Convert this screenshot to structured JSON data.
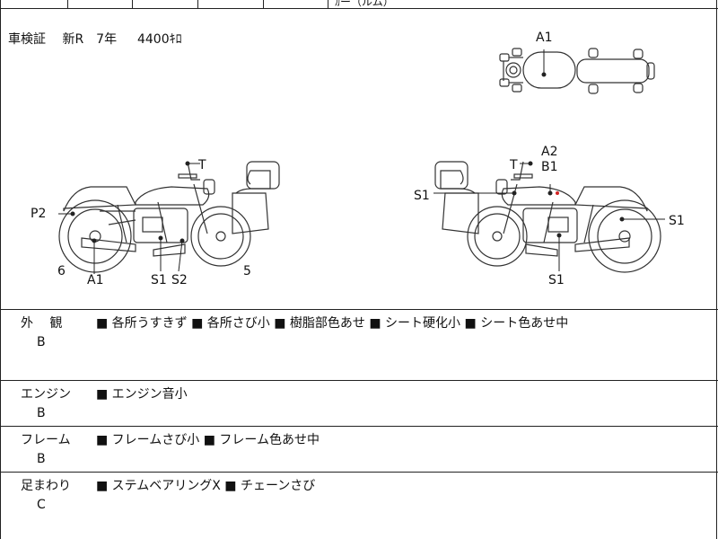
{
  "top_row": {
    "clipped_text": "ｶー（ルム）"
  },
  "registration": {
    "line": "車検証　 新R　7年　  4400ｷﾛ"
  },
  "labels": {
    "top_A1": "A1",
    "left_T": "T",
    "left_P2": "P2",
    "left_6": "6",
    "left_A1": "A1",
    "left_S1": "S1",
    "left_S2": "S2",
    "left_5": "5",
    "right_A2": "A2",
    "right_T": "T",
    "right_B1": "B1",
    "right_S1_upper": "S1",
    "right_S1_side": "S1",
    "right_S1_bottom": "S1"
  },
  "rows": [
    {
      "category": "外　 観",
      "grade": "B",
      "items": "■ 各所うすきず ■ 各所さび小 ■ 樹脂部色あせ ■ シート硬化小 ■ シート色あせ中"
    },
    {
      "category": "エンジン",
      "grade": "B",
      "items": "■ エンジン音小"
    },
    {
      "category": "フレーム",
      "grade": "B",
      "items": "■ フレームさび小 ■ フレーム色あせ中"
    },
    {
      "category": "足まわり",
      "grade": "C",
      "items": "■ ステムベアリングX ■ チェーンさび"
    }
  ],
  "colors": {
    "line": "#222222",
    "marker": "#d22222"
  }
}
